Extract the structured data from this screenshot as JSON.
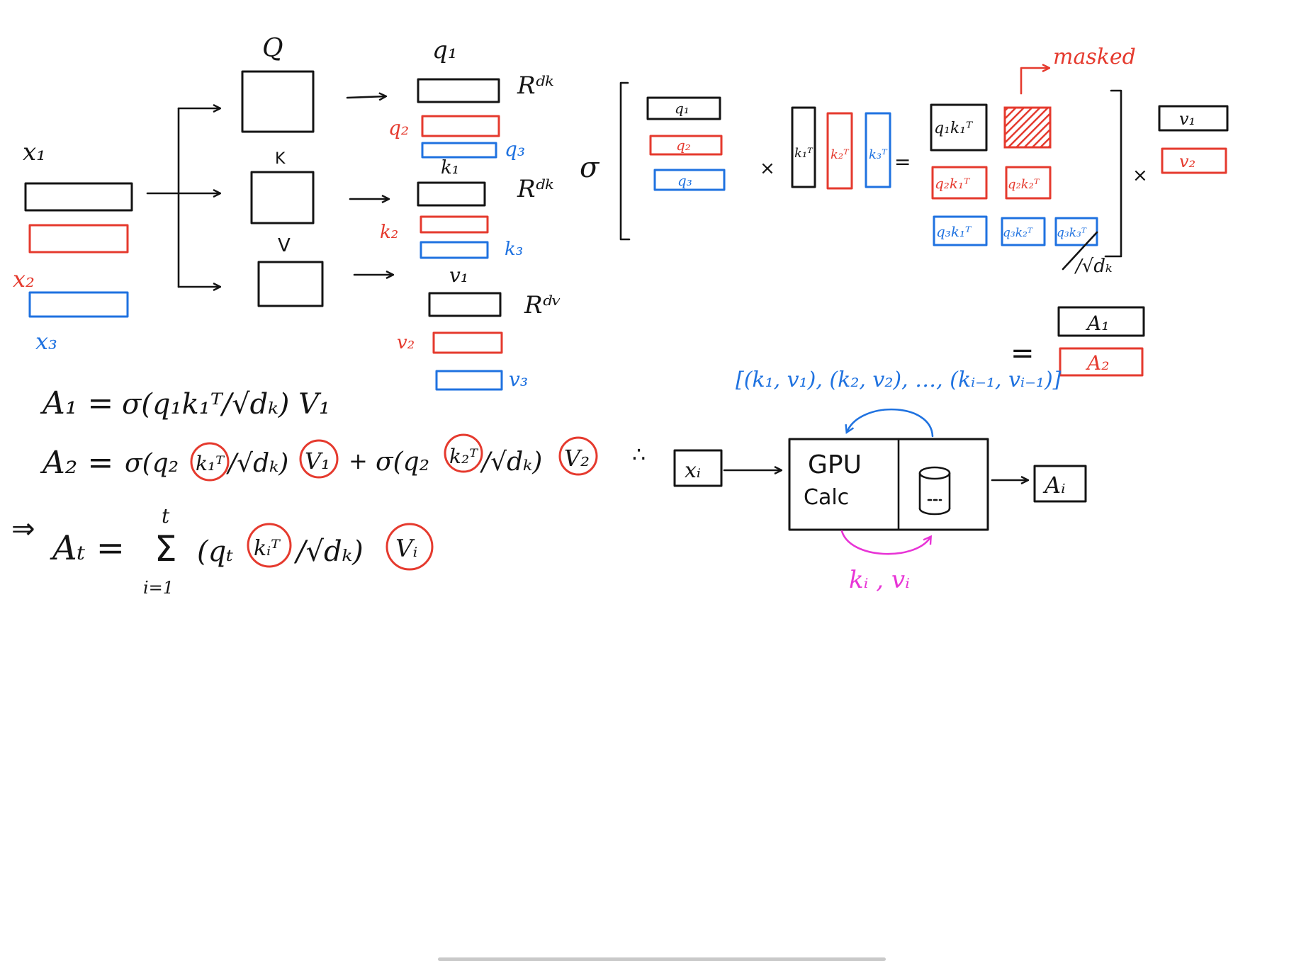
{
  "colors": {
    "black": "#141414",
    "red": "#e53a2e",
    "blue": "#1f72e0",
    "magenta": "#e834d6",
    "scrollbar": "#c9c9c9"
  },
  "inputs": {
    "x1": "x₁",
    "x2": "x₂",
    "x3": "x₃"
  },
  "weights": {
    "q": "Q",
    "k": "K",
    "v": "V"
  },
  "projections": {
    "q1": "q₁",
    "q2": "q₂",
    "q3": "q₃",
    "k1": "k₁",
    "k2": "k₂",
    "k3": "k₃",
    "v1": "v₁",
    "v2": "v₂",
    "v3": "v₃",
    "r_dk_1": "Rᵈᵏ",
    "r_dk_2": "Rᵈᵏ",
    "r_dv": "Rᵈᵛ"
  },
  "matrix": {
    "sigma": "σ",
    "q1": "q₁",
    "q2": "q₂",
    "q3": "q₃",
    "times1": "×",
    "times2": "×",
    "k1t": "k₁ᵀ",
    "k2t": "k₂ᵀ",
    "k3t": "k₃ᵀ",
    "equals": "=",
    "q1k1": "q₁k₁ᵀ",
    "q2k1": "q₂k₁ᵀ",
    "q2k2": "q₂k₂ᵀ",
    "q3k1": "q₃k₁ᵀ",
    "q3k2": "q₃k₂ᵀ",
    "q3k3": "q₃k₃ᵀ",
    "masked": "masked",
    "scale": "/√dₖ",
    "v1": "v₁",
    "v2": "v₂",
    "equals2": "=",
    "a1": "A₁",
    "a2": "A₂"
  },
  "formulas": {
    "a1_lhs": "A₁ =",
    "a1_rhs": "σ(q₁k₁ᵀ/√dₖ) V₁",
    "a2_lhs": "A₂ =",
    "a2_p1": "σ(q₂",
    "a2_k1": "k₁ᵀ",
    "a2_p2": "/√dₖ)",
    "a2_v1": "V₁",
    "a2_plus": "+",
    "a2_p3": "σ(q₂",
    "a2_k2": "k₂ᵀ",
    "a2_p4": "/√dₖ)",
    "a2_v2": "V₂",
    "therefore": "∴",
    "arrow": "⇒",
    "at_lhs": "Aₜ =",
    "sum_top": "t",
    "sum_sym": "Σ",
    "sum_bot": "i=1",
    "at_p1": "(qₜ",
    "at_ki": "kᵢᵀ",
    "at_p2": "/√dₖ)",
    "at_vi": "Vᵢ"
  },
  "cache_flow": {
    "xi": "xᵢ",
    "gpu": "GPU",
    "calc": "Calc",
    "ai": "Aᵢ",
    "kv_list": "[(k₁, v₁), (k₂, v₂), …, (kᵢ₋₁, vᵢ₋₁)]",
    "kv_new": "kᵢ , vᵢ"
  }
}
